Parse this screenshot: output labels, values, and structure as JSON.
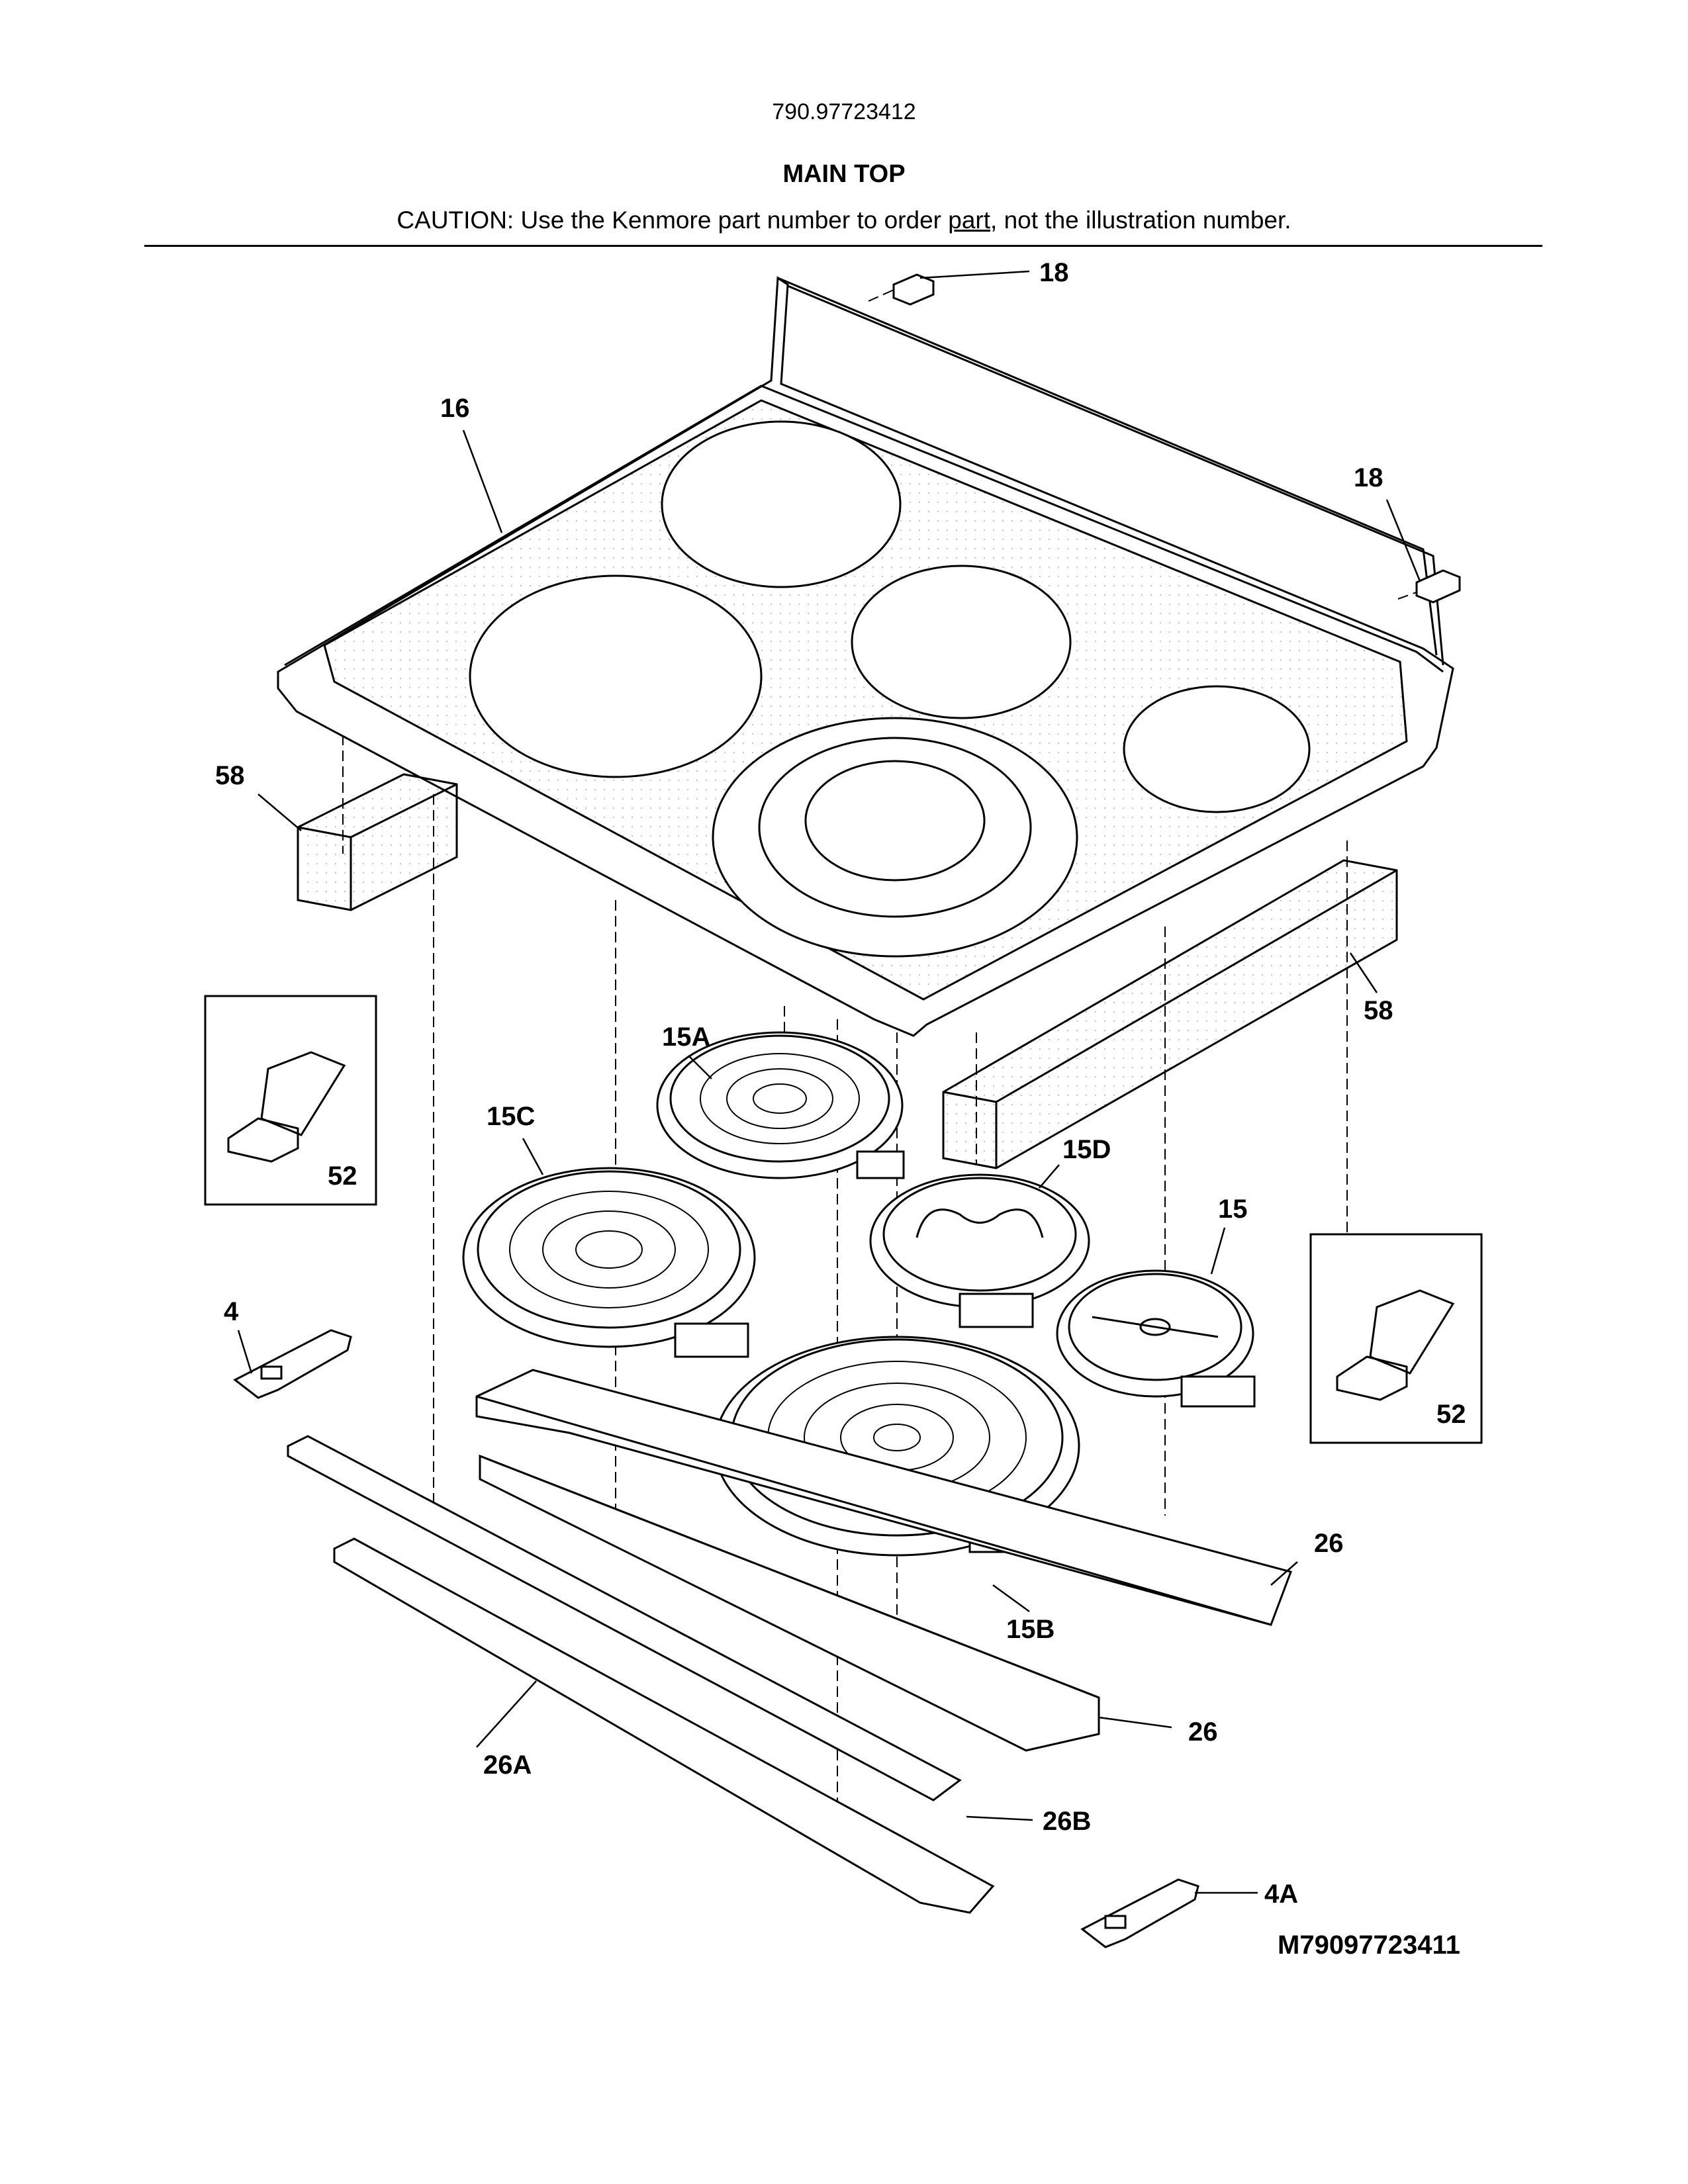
{
  "header": {
    "model_number": "790.97723412",
    "title": "MAIN TOP",
    "caution_before": "CAUTION: Use the Kenmore part number to order ",
    "caution_link": "part",
    "caution_after": ", not the illustration number."
  },
  "callouts": {
    "c18a": "18",
    "c18b": "18",
    "c16": "16",
    "c58a": "58",
    "c58b": "58",
    "c15a": "15A",
    "c15c": "15C",
    "c15d": "15D",
    "c15": "15",
    "c52a": "52",
    "c52b": "52",
    "c4": "4",
    "c26a": "26",
    "c26b": "26",
    "c15b": "15B",
    "c26A": "26A",
    "c26B": "26B",
    "c4A": "4A"
  },
  "diagram_id": "M79097723411"
}
